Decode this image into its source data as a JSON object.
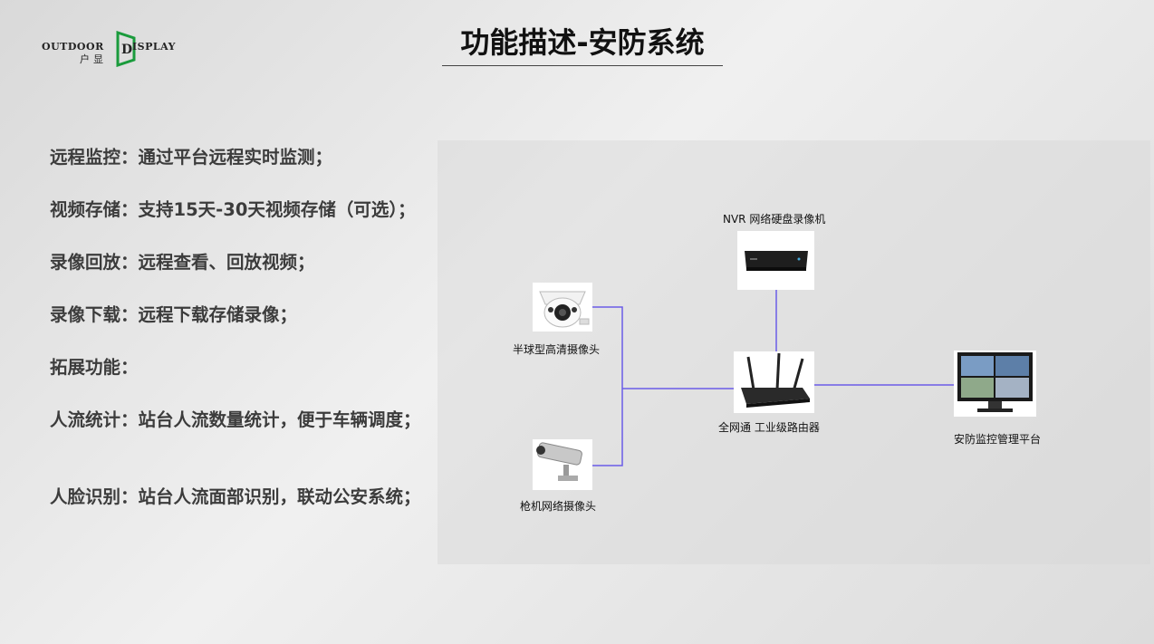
{
  "logo": {
    "left_text": "OUTDOOR",
    "right_text": "ISPLAY",
    "cn_text": "户显",
    "accent": "#1a9b3c"
  },
  "title": "功能描述-安防系统",
  "features": [
    {
      "label": "远程监控：",
      "desc": "通过平台远程实时监测；"
    },
    {
      "label": "视频存储：",
      "desc": "支持15天-30天视频存储（可选）；"
    },
    {
      "label": "录像回放：",
      "desc": "远程查看、回放视频；"
    },
    {
      "label": "录像下载：",
      "desc": "远程下载存储录像；"
    },
    {
      "label": "拓展功能：",
      "desc": ""
    },
    {
      "label": "人流统计：",
      "desc": "站台人流数量统计，便于车辆调度；"
    },
    {
      "label": "人脸识别：",
      "desc": "站台人流面部识别，联动公安系统；"
    }
  ],
  "diagram": {
    "link_color": "#6b5ce7",
    "nodes": {
      "dome_camera": {
        "label": "半球型高清摄像头",
        "icon": "dome-camera-icon"
      },
      "bullet_camera": {
        "label": "枪机网络摄像头",
        "icon": "bullet-camera-icon"
      },
      "nvr": {
        "label": "NVR 网络硬盘录像机",
        "icon": "nvr-icon"
      },
      "router": {
        "label": "全网通 工业级路由器",
        "icon": "router-icon"
      },
      "platform": {
        "label": "安防监控管理平台",
        "icon": "monitor-icon"
      }
    }
  }
}
